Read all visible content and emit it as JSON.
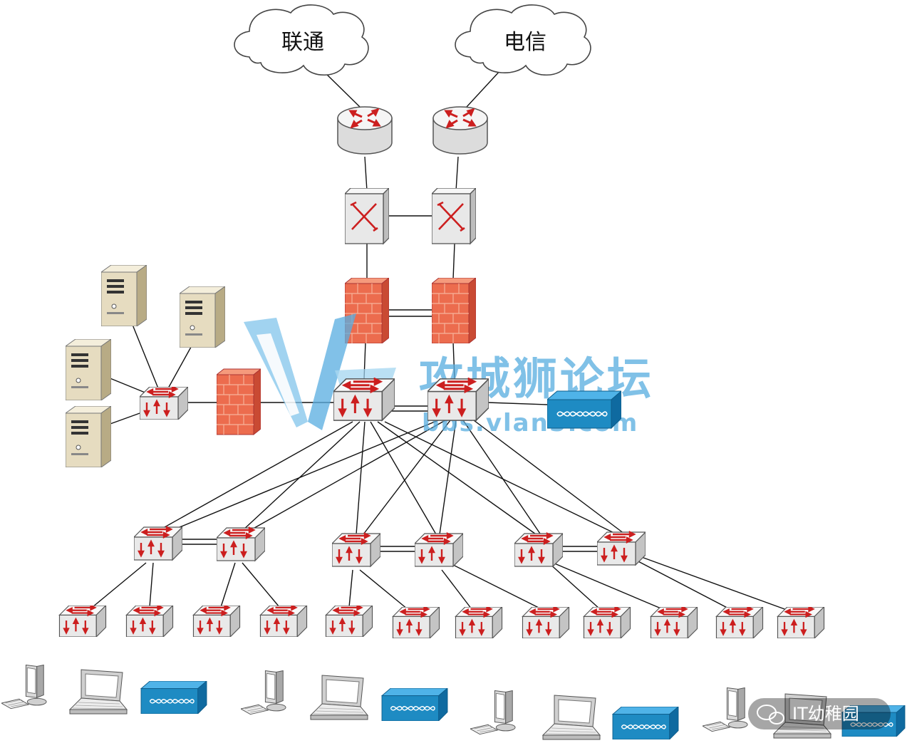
{
  "clouds": [
    {
      "id": "isp-unicom",
      "label": "联通"
    },
    {
      "id": "isp-telecom",
      "label": "电信"
    }
  ],
  "watermark": {
    "title": "攻城狮论坛",
    "url": "bbs.vlan5.com"
  },
  "badge": {
    "label": "IT幼稚园"
  },
  "colors": {
    "firewall": "#e8664a",
    "switch": "#f2f2f2",
    "arrow": "#cc1f1f",
    "access_point": "#1e8bc3",
    "server": "#e6dcc0",
    "watermark": "#5aaee0"
  }
}
